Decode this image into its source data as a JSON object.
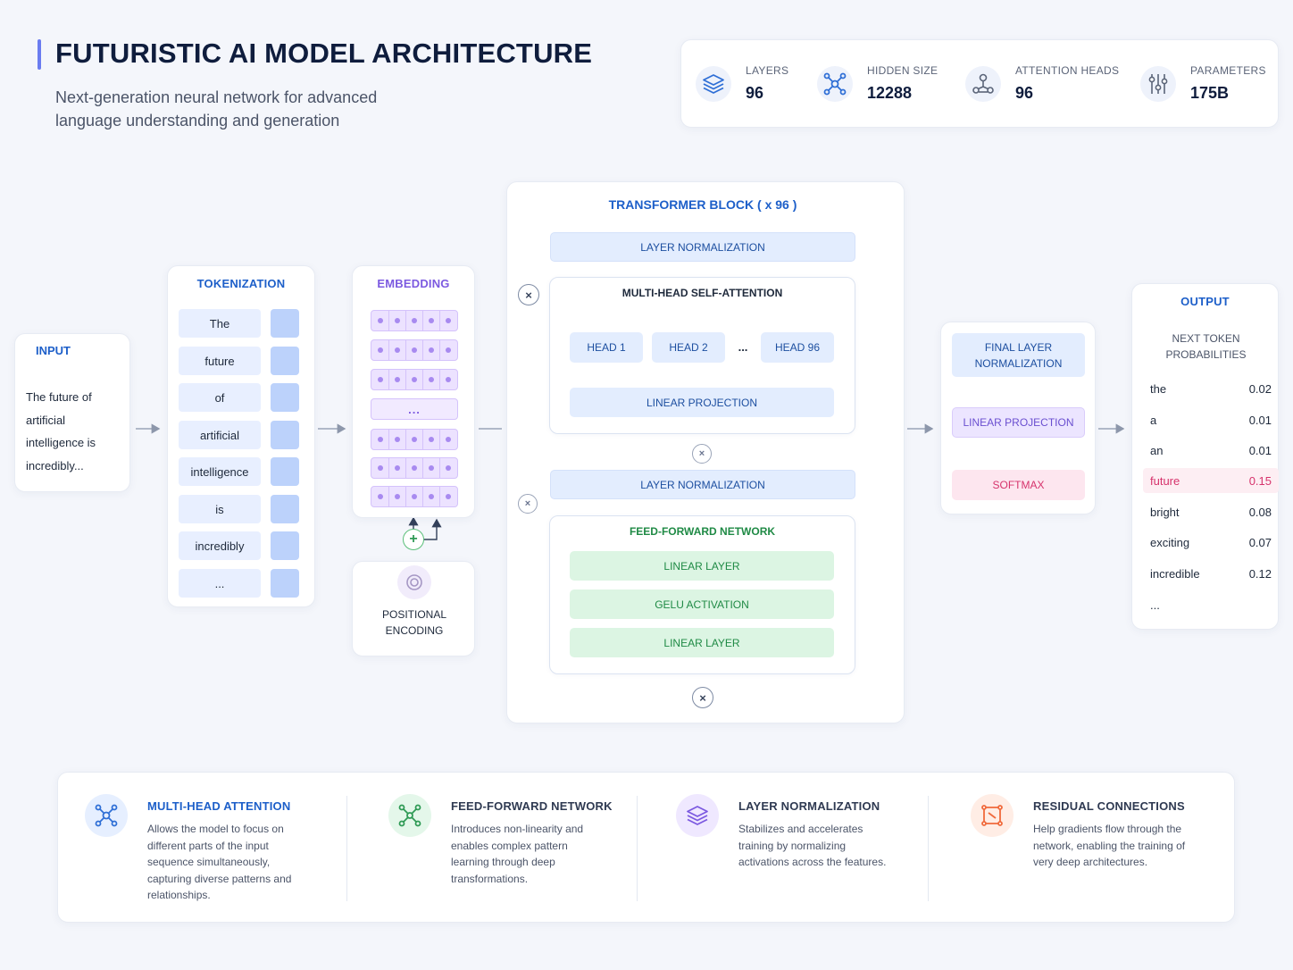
{
  "header": {
    "title": "FUTURISTIC AI MODEL ARCHITECTURE",
    "subtitle": "Next-generation neural network for advanced language understanding and generation"
  },
  "stats": [
    {
      "label": "LAYERS",
      "value": "96",
      "icon": "layers-icon"
    },
    {
      "label": "HIDDEN SIZE",
      "value": "12288",
      "icon": "network-icon"
    },
    {
      "label": "ATTENTION HEADS",
      "value": "96",
      "icon": "attention-heads-icon"
    },
    {
      "label": "PARAMETERS",
      "value": "175B",
      "icon": "sliders-icon"
    }
  ],
  "input": {
    "title": "INPUT",
    "text": "The future of artificial intelligence is incredibly..."
  },
  "tokenization": {
    "title": "TOKENIZATION",
    "tokens": [
      "The",
      "future",
      "of",
      "artificial",
      "intelligence",
      "is",
      "incredibly",
      "..."
    ]
  },
  "embedding": {
    "title": "EMBEDDING",
    "ellipsis": "...",
    "positional_label": "POSITIONAL ENCODING",
    "plus": "+"
  },
  "transformer": {
    "title": "TRANSFORMER BLOCK ( x 96 )",
    "layer_norm_1": "LAYER NORMALIZATION",
    "attention_title": "MULTI-HEAD SELF-ATTENTION",
    "heads": [
      "HEAD 1",
      "HEAD 2",
      "HEAD 96"
    ],
    "heads_ellipsis": "...",
    "linear_projection": "LINEAR PROJECTION",
    "layer_norm_2": "LAYER NORMALIZATION",
    "ffn_title": "FEED-FORWARD NETWORK",
    "ffn_layers": [
      "LINEAR LAYER",
      "GELU ACTIVATION",
      "LINEAR LAYER"
    ],
    "residual_symbol": "×"
  },
  "final": {
    "layer_norm": "FINAL LAYER NORMALIZATION",
    "linear_projection": "LINEAR PROJECTION",
    "softmax": "SOFTMAX"
  },
  "output": {
    "title": "OUTPUT",
    "subtitle": "NEXT TOKEN PROBABILITIES",
    "rows": [
      {
        "token": "the",
        "prob": "0.02"
      },
      {
        "token": "a",
        "prob": "0.01"
      },
      {
        "token": "an",
        "prob": "0.01"
      },
      {
        "token": "future",
        "prob": "0.15"
      },
      {
        "token": "bright",
        "prob": "0.08"
      },
      {
        "token": "exciting",
        "prob": "0.07"
      },
      {
        "token": "incredible",
        "prob": "0.12"
      }
    ],
    "ellipsis": "..."
  },
  "features": [
    {
      "title": "MULTI-HEAD ATTENTION",
      "desc": "Allows the model to focus on different parts of the input sequence simultaneously, capturing diverse patterns and relationships.",
      "color": "#1d5fc9",
      "icon": "attention-icon"
    },
    {
      "title": "FEED-FORWARD NETWORK",
      "desc": "Introduces non-linearity and enables complex pattern learning through deep transformations.",
      "color": "#2f3a52",
      "icon": "ffn-icon"
    },
    {
      "title": "LAYER NORMALIZATION",
      "desc": "Stabilizes and accelerates training by normalizing activations across the features.",
      "color": "#2f3a52",
      "icon": "layers-icon"
    },
    {
      "title": "RESIDUAL CONNECTIONS",
      "desc": "Help gradients flow through the network, enabling the training of very deep architectures.",
      "color": "#2f3a52",
      "icon": "residual-icon"
    }
  ],
  "colors": {
    "accent_blue": "#1d5fc9",
    "accent_purple": "#7c5ae0",
    "accent_green": "#1f8a45",
    "accent_pink": "#d6336c",
    "accent_orange": "#f06a3c"
  }
}
